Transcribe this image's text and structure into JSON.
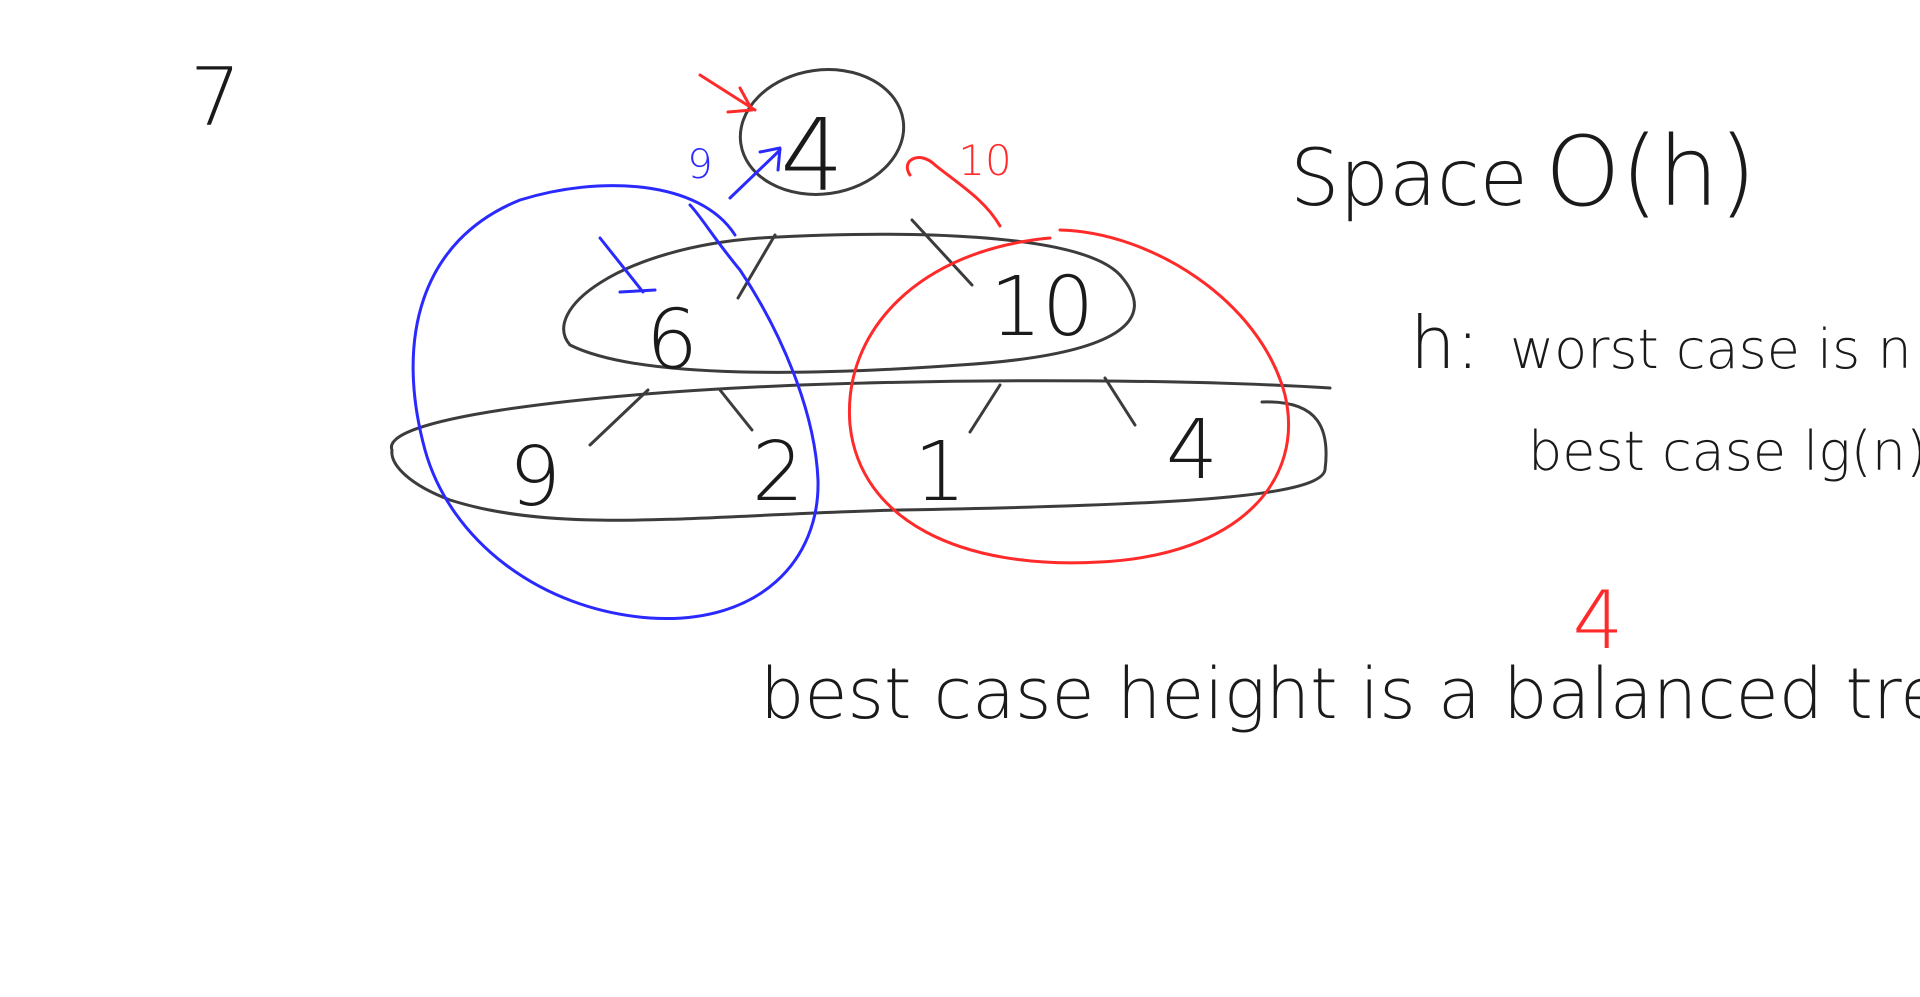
{
  "problem_number": "7",
  "tree": {
    "root": "4",
    "level1": [
      "6",
      "10"
    ],
    "level2": [
      "9",
      "2",
      "1",
      "4"
    ]
  },
  "annotations": {
    "blue_step": "9",
    "red_step": "10",
    "above_balanced": "4"
  },
  "notes": {
    "space_label": "Space",
    "space_value": "O(h)",
    "h_label": "h:",
    "worst_case": "worst case is n",
    "best_case": "best case lg(n)",
    "best_height": "best case height is a balanced tree"
  },
  "colors": {
    "black_ink": "#3c3c3c",
    "red_ink": "#ff2a2a",
    "blue_ink": "#2a2aff"
  }
}
